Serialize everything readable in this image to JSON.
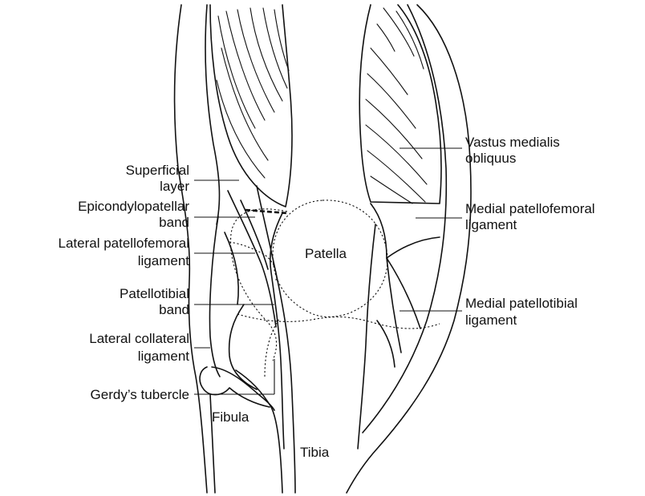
{
  "labels": {
    "vastus_medialis_1": "Vastus medialis",
    "vastus_medialis_2": "obliquus",
    "superficial_1": "Superficial",
    "superficial_2": "layer",
    "epicondylo_1": "Epicondylopatellar",
    "epicondylo_2": "band",
    "lat_pf_1": "Lateral patellofemoral",
    "lat_pf_2": "ligament",
    "patellotibial_1": "Patellotibial",
    "patellotibial_2": "band",
    "lcl_1": "Lateral collateral",
    "lcl_2": "ligament",
    "gerdy": "Gerdy’s tubercle",
    "med_pf_1": "Medial patellofemoral",
    "med_pf_2": "ligament",
    "med_pt_1": "Medial patellotibial",
    "med_pt_2": "ligament",
    "patella": "Patella",
    "fibula": "Fibula",
    "tibia": "Tibia"
  },
  "colors": {
    "ink": "#111111",
    "background": "#ffffff"
  }
}
